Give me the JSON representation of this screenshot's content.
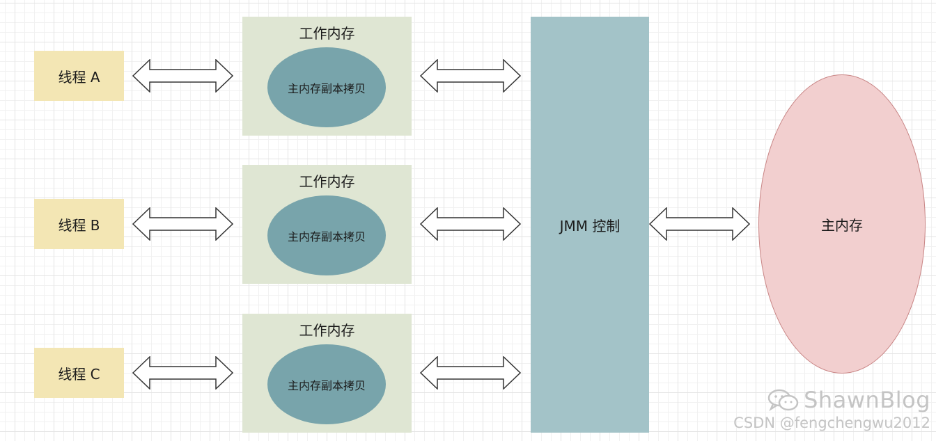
{
  "threads": [
    {
      "label": "线程 A"
    },
    {
      "label": "线程 B"
    },
    {
      "label": "线程 C"
    }
  ],
  "working_memory": [
    {
      "title": "工作内存",
      "copy_label": "主内存副本拷贝"
    },
    {
      "title": "工作内存",
      "copy_label": "主内存副本拷贝"
    },
    {
      "title": "工作内存",
      "copy_label": "主内存副本拷贝"
    }
  ],
  "jmm": {
    "label": "JMM 控制"
  },
  "main_memory": {
    "label": "主内存"
  },
  "watermark": {
    "brand": "ShawnBlog",
    "credit": "CSDN @fengchengwu2012"
  },
  "colors": {
    "thread": "#f3e6b4",
    "working_memory": "#dfe6d3",
    "copy_ellipse": "#78a4ab",
    "jmm": "#a3c3c8",
    "main_memory": "#f2cfcf"
  }
}
